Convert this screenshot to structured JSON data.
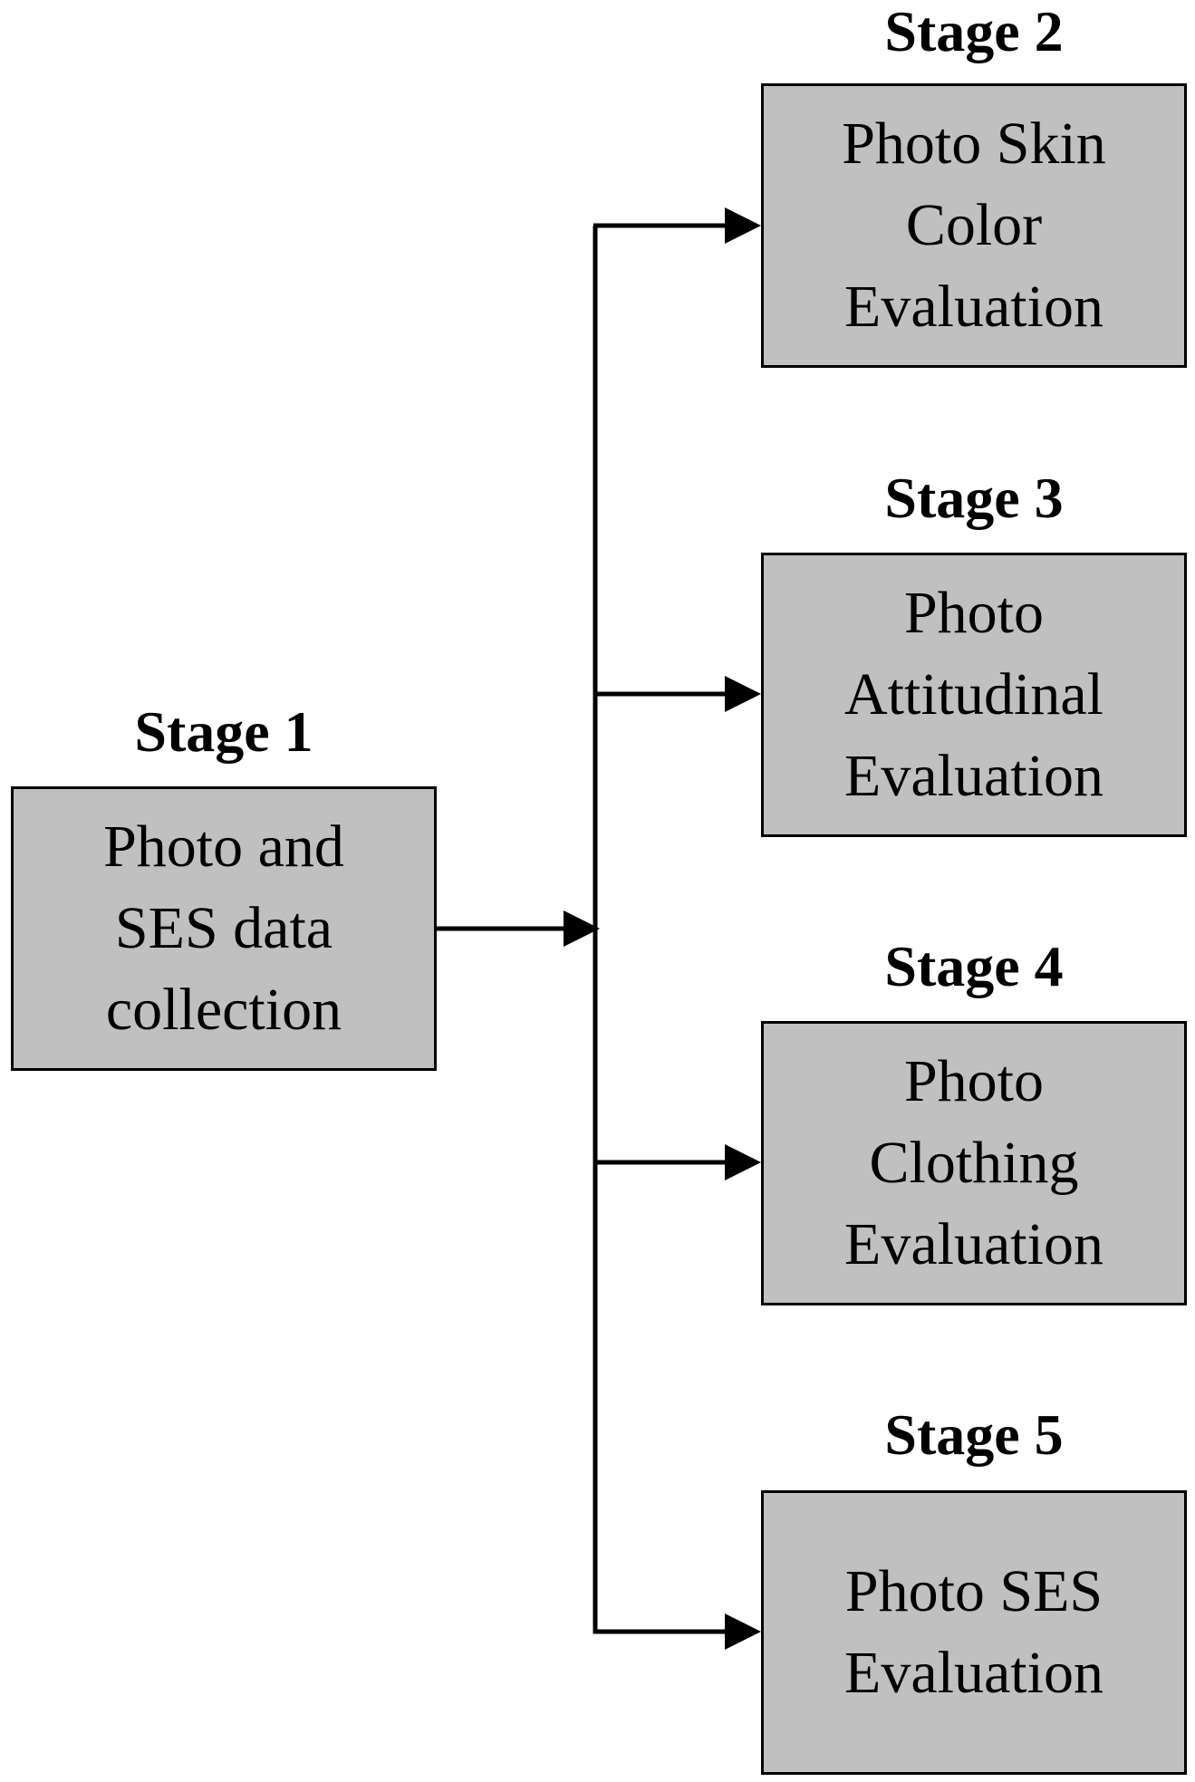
{
  "stages": [
    {
      "label": "Stage 1",
      "lines": [
        "Photo and",
        "SES data",
        "collection"
      ]
    },
    {
      "label": "Stage 2",
      "lines": [
        "Photo Skin",
        "Color",
        "Evaluation"
      ]
    },
    {
      "label": "Stage 3",
      "lines": [
        "Photo",
        "Attitudinal",
        "Evaluation"
      ]
    },
    {
      "label": "Stage 4",
      "lines": [
        "Photo",
        "Clothing",
        "Evaluation"
      ]
    },
    {
      "label": "Stage 5",
      "lines": [
        "Photo SES",
        "Evaluation"
      ]
    }
  ],
  "colors": {
    "box_fill": "#c0c0c0",
    "stroke": "#000000",
    "background": "#ffffff"
  }
}
